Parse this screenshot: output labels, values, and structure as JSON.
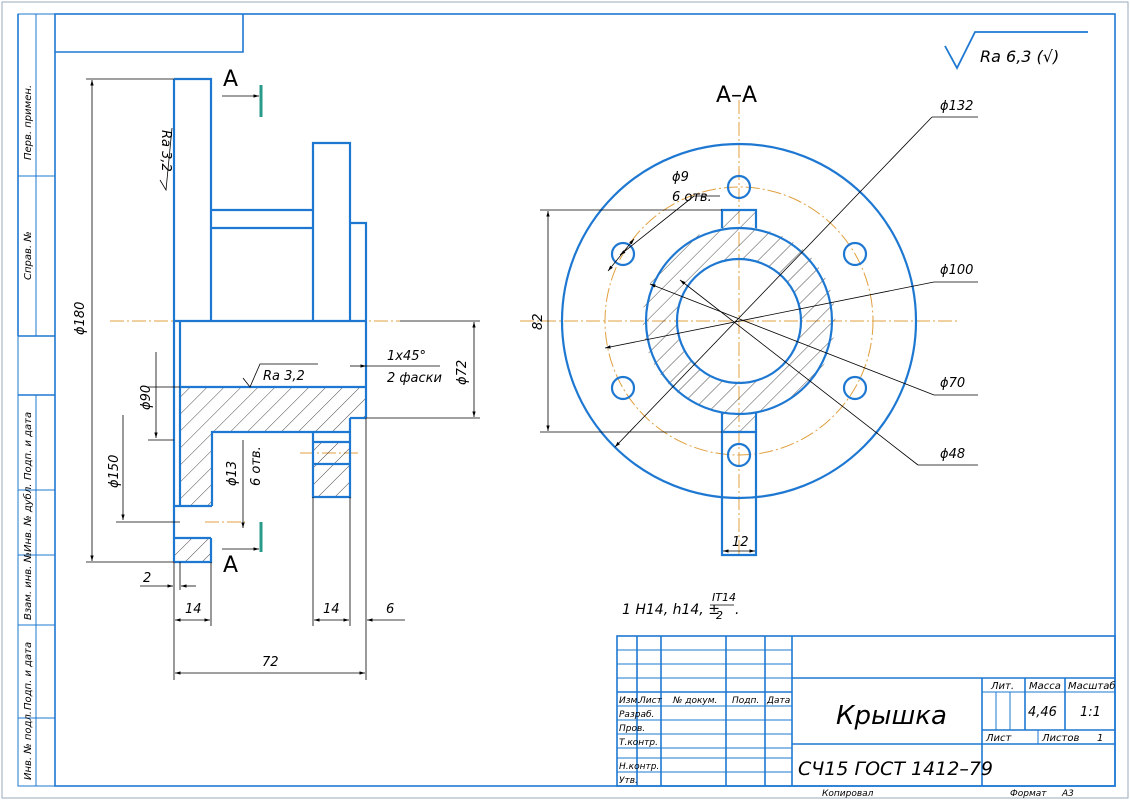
{
  "roughness": {
    "general": "Ra 6,3 (√)",
    "left_face": "Ra 3,2",
    "inner": "Ra 3,2"
  },
  "section_label": "А–А",
  "cut_letter": "А",
  "side_stamp": [
    "Перв. примен.",
    "Справ. №",
    "Подп. и дата",
    "Инв. № дубл.",
    "Взам. инв. №",
    "Подп. и дата",
    "Инв. № подл."
  ],
  "dims_side": {
    "d180": "ϕ180",
    "d90": "ϕ90",
    "d150": "ϕ150",
    "d13": "ϕ13",
    "holes13": "6 отв.",
    "d72": "ϕ72",
    "chamfer": "1x45°",
    "chamfer2": "2 фаски",
    "w14a": "14",
    "w14b": "14",
    "w6": "6",
    "w2": "2",
    "w72": "72"
  },
  "dims_section": {
    "d132": "ϕ132",
    "d9": "ϕ9",
    "holes9": "6 отв.",
    "d100": "ϕ100",
    "d70": "ϕ70",
    "d48": "ϕ48",
    "h82": "82",
    "w12": "12"
  },
  "tolerance_note": {
    "text": "1 H14, h14, ±",
    "num": "IT14",
    "den": "2",
    "dot": "."
  },
  "title_block": {
    "headers": [
      "Изм.",
      "Лист",
      "№ докум.",
      "Подп.",
      "Дата"
    ],
    "rows": [
      "Разраб.",
      "Пров.",
      "Т.контр.",
      "",
      "Н.контр.",
      "Утв."
    ],
    "title": "Крышка",
    "material": "СЧ15  ГОСТ 1412–79",
    "lit": "Лит.",
    "mass": "Масса",
    "scale": "Масштаб",
    "mass_value": "4,46",
    "scale_value": "1:1",
    "sheet": "Лист",
    "sheets": "Листов",
    "sheets_value": "1",
    "copied": "Копировал",
    "format": "Формат",
    "format_value": "А3"
  }
}
